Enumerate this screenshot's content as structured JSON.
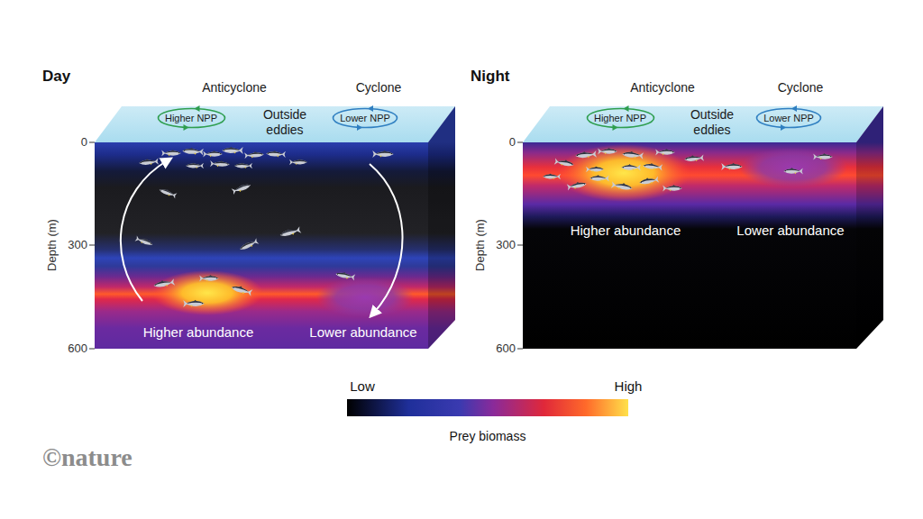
{
  "diagram": {
    "nodes": [
      {
        "text": [
          "Anticyclone",
          "Higher NPP"
        ]
      },
      {
        "text": [
          "Cyclone",
          "Lower NPP"
        ]
      },
      {
        "text": [
          "Anticyclone",
          "Higher NPP"
        ]
      },
      {
        "text": [
          "Cyclone",
          "Lower NPP"
        ]
      }
    ],
    "labels": [
      "Day",
      "Outside eddies",
      "0",
      "300",
      "600",
      "Depth (m)",
      "Higher abundance",
      "Lower abundance",
      "Night",
      "Outside eddies",
      "0",
      "300",
      "600",
      "Depth (m)",
      "Higher abundance",
      "Lower abundance",
      "Low",
      "High",
      "Prey biomass",
      "©nature"
    ]
  }
}
